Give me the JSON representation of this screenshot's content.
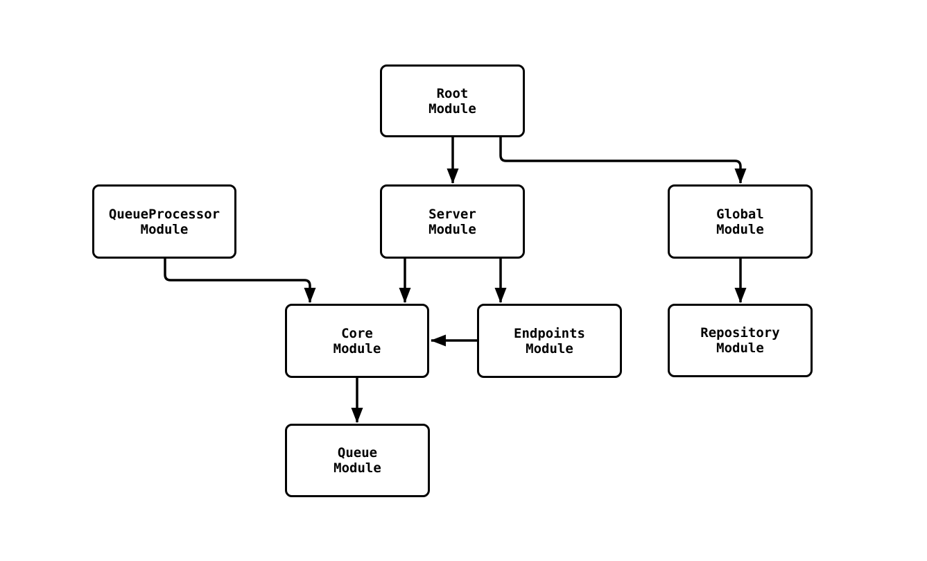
{
  "diagram": {
    "type": "module-dependency-flowchart",
    "background": "#ffffff",
    "stroke_color": "#000000",
    "node_fill": "#ffffff",
    "text_color": "#000000",
    "nodes": {
      "root": {
        "line1": "Root",
        "line2": "Module"
      },
      "queueProcessor": {
        "line1": "QueueProcessor",
        "line2": "Module"
      },
      "server": {
        "line1": "Server",
        "line2": "Module"
      },
      "global": {
        "line1": "Global",
        "line2": "Module"
      },
      "core": {
        "line1": "Core",
        "line2": "Module"
      },
      "endpoints": {
        "line1": "Endpoints",
        "line2": "Module"
      },
      "repository": {
        "line1": "Repository",
        "line2": "Module"
      },
      "queue": {
        "line1": "Queue",
        "line2": "Module"
      }
    },
    "edges": [
      {
        "from": "Root Module",
        "to": "Server Module"
      },
      {
        "from": "Root Module",
        "to": "Global Module"
      },
      {
        "from": "QueueProcessor Module",
        "to": "Core Module"
      },
      {
        "from": "Server Module",
        "to": "Core Module"
      },
      {
        "from": "Server Module",
        "to": "Endpoints Module"
      },
      {
        "from": "Endpoints Module",
        "to": "Core Module"
      },
      {
        "from": "Global Module",
        "to": "Repository Module"
      },
      {
        "from": "Core Module",
        "to": "Queue Module"
      }
    ]
  }
}
